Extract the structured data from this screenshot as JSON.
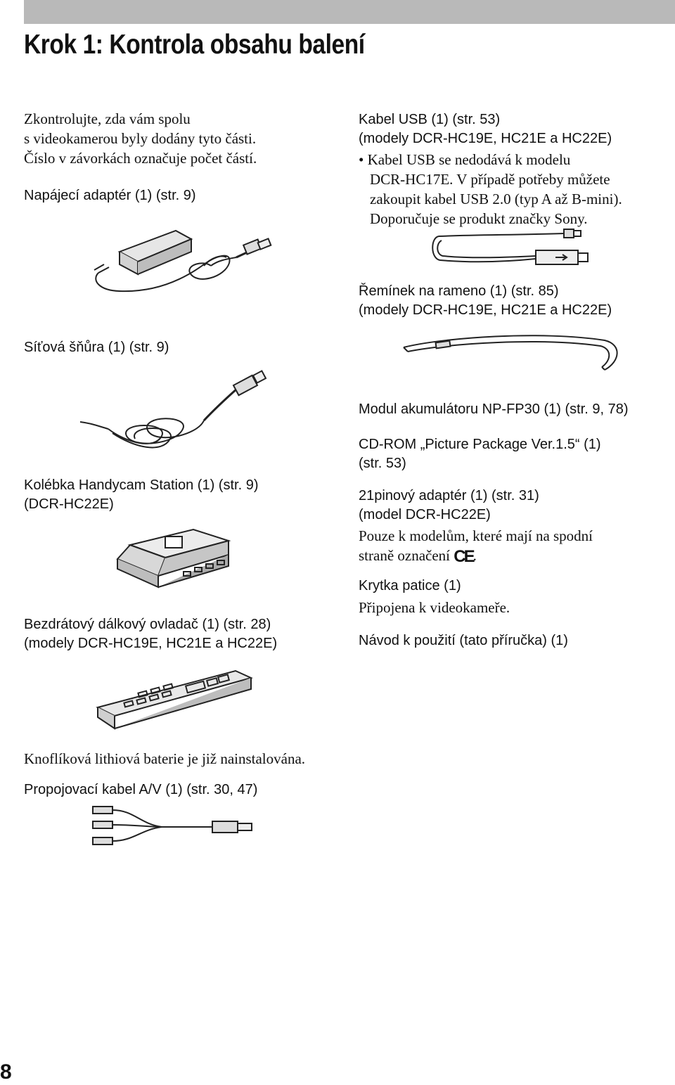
{
  "header": {
    "title": "Krok 1: Kontrola obsahu balení"
  },
  "left": {
    "intro": [
      "Zkontrolujte, zda vám spolu",
      "s videokamerou byly dodány tyto části.",
      "Číslo v závorkách označuje počet částí."
    ],
    "adapter_label": "Napájecí adaptér (1) (str. 9)",
    "cord_label": "Síťová šňůra (1) (str. 9)",
    "cradle_label": [
      "Kolébka Handycam Station (1) (str. 9)",
      "(DCR-HC22E)"
    ],
    "remote_label": [
      "Bezdrátový dálkový ovladač (1) (str. 28)",
      "(modely DCR-HC19E, HC21E a HC22E)"
    ],
    "battery_note": "Knoflíková lithiová baterie je již nainstalována.",
    "av_label": "Propojovací kabel A/V (1) (str. 30, 47)"
  },
  "right": {
    "usb_label": [
      "Kabel USB (1) (str. 53)",
      "(modely DCR-HC19E, HC21E a HC22E)"
    ],
    "usb_note": [
      "• Kabel USB se nedodává k modelu",
      "DCR-HC17E. V případě potřeby můžete",
      "zakoupit kabel USB 2.0 (typ A až B-mini).",
      "Doporučuje se produkt značky Sony."
    ],
    "strap_label": [
      "Řemínek na rameno (1) (str. 85)",
      "(modely DCR-HC19E, HC21E a HC22E)"
    ],
    "battery_label": "Modul akumulátoru NP-FP30 (1) (str. 9, 78)",
    "cdrom_label": [
      "CD-ROM „Picture Package Ver.1.5“ (1)",
      "(str. 53)"
    ],
    "adapter21_label": [
      "21pinový adaptér (1) (str. 31)",
      "(model DCR-HC22E)"
    ],
    "adapter21_note": [
      "Pouze k modelům, které mají na spodní",
      "straně označení"
    ],
    "ce_mark": "CE",
    "ce_period": ".",
    "shoe_label": "Krytka patice (1)",
    "shoe_note": "Připojena k videokameře.",
    "manual_label": "Návod k použití (tato příručka) (1)"
  },
  "page_number": "8"
}
